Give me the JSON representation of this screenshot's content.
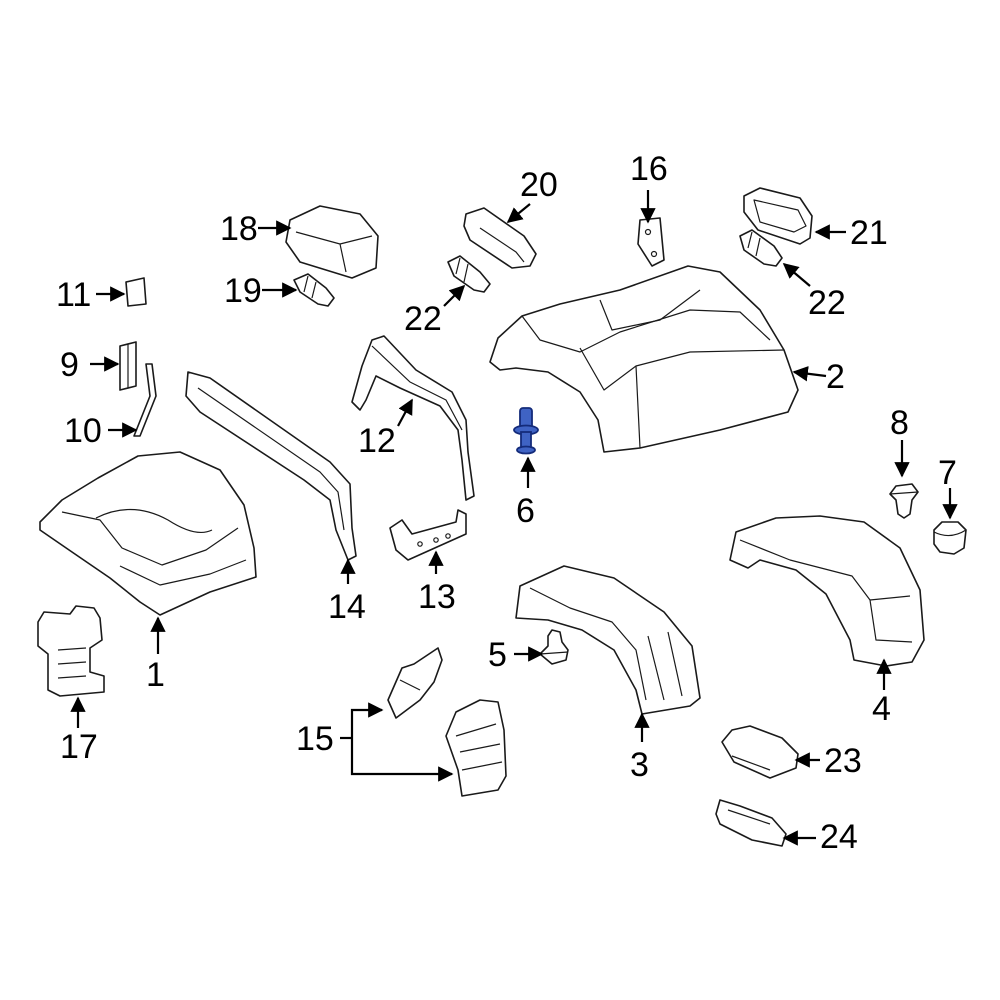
{
  "labels": {
    "p1": "1",
    "p2": "2",
    "p3": "3",
    "p4": "4",
    "p5": "5",
    "p6": "6",
    "p7": "7",
    "p8": "8",
    "p9": "9",
    "p10": "10",
    "p11": "11",
    "p12": "12",
    "p13": "13",
    "p14": "14",
    "p15": "15",
    "p16": "16",
    "p17": "17",
    "p18": "18",
    "p19": "19",
    "p20": "20",
    "p21": "21",
    "p22a": "22",
    "p22b": "22",
    "p23": "23",
    "p24": "24"
  },
  "colors": {
    "highlight_part": "#3f63c4",
    "line_art": "#1a1a1a",
    "background": "#ffffff"
  }
}
